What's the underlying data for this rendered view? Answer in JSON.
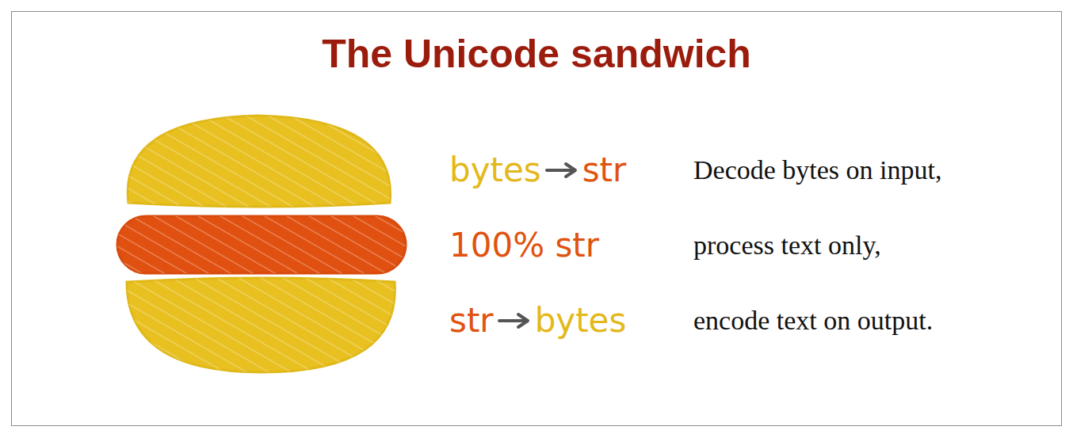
{
  "diagram": {
    "title": "The Unicode sandwich",
    "labels": [
      "bytes",
      "str",
      "Decode bytes on input,",
      "100% str",
      "process text only,",
      "str",
      "bytes",
      "encode text on output."
    ]
  }
}
